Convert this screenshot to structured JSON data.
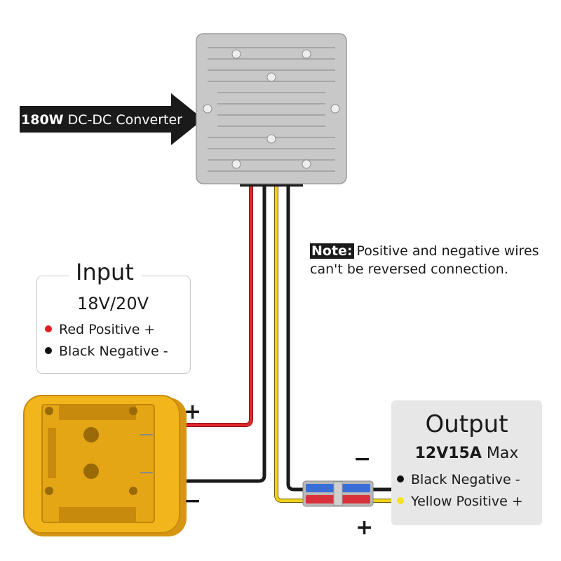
{
  "converter": {
    "power": "180W",
    "name": "DC-DC Converter"
  },
  "input": {
    "title": "Input",
    "voltage": "18V/20V",
    "legend": [
      {
        "label": "Red Positive +",
        "color": "#e02020"
      },
      {
        "label": "Black Negative -",
        "color": "#111111"
      }
    ],
    "plus_sign": "+",
    "minus_sign": "−"
  },
  "note": {
    "tag": "Note:",
    "line1": "Positive and negative wires",
    "line2": "can't be reversed connection."
  },
  "output": {
    "title": "Output",
    "rating": "12V15A",
    "rating_suffix": "Max",
    "legend": [
      {
        "label": "Black Negative -",
        "color": "#111111"
      },
      {
        "label": "Yellow Positive +",
        "color": "#f3e21f"
      }
    ],
    "plus_sign": "+",
    "minus_sign": "−"
  },
  "colors": {
    "red_wire": "#e0282d",
    "black_wire": "#1a1a1a",
    "yellow_wire": "#f0d21a",
    "battery_adapter": "#f2b51c",
    "converter_body": "#c8c8c8",
    "arrow": "#1a1a1a"
  }
}
